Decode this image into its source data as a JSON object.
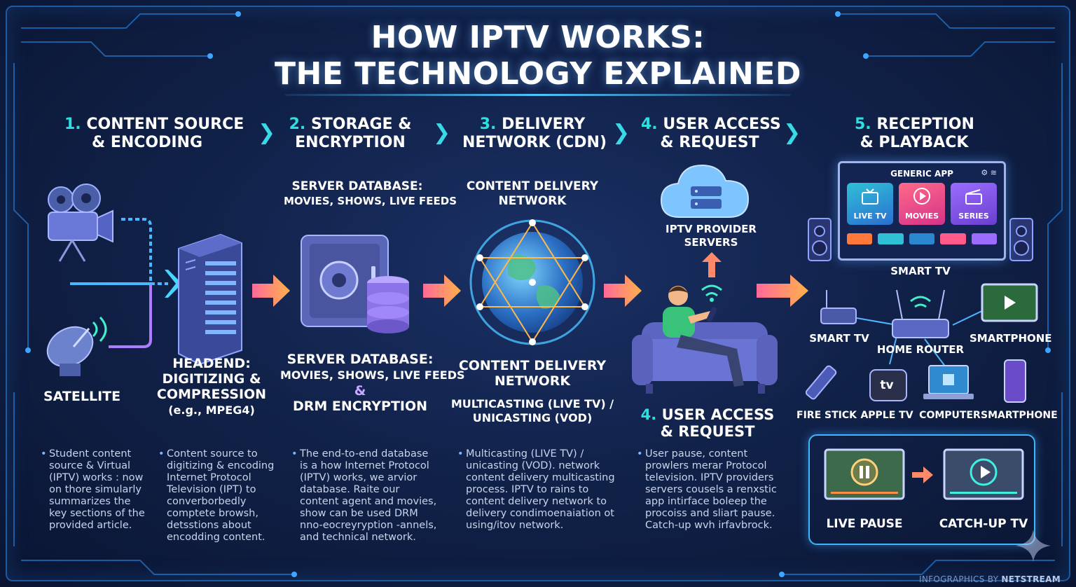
{
  "title": {
    "line1": "HOW IPTV WORKS:",
    "line2": "THE TECHNOLOGY EXPLAINED"
  },
  "steps": [
    {
      "num": "1.",
      "line1": "CONTENT SOURCE",
      "line2": "& ENCODING"
    },
    {
      "num": "2.",
      "line1": "STORAGE &",
      "line2": "ENCRYPTION"
    },
    {
      "num": "3.",
      "line1": "DELIVERY",
      "line2": "NETWORK (CDN)"
    },
    {
      "num": "4.",
      "line1": "USER ACCESS",
      "line2": "& REQUEST"
    },
    {
      "num": "5.",
      "line1": "RECEPTION",
      "line2": "& PLAYBACK"
    }
  ],
  "source": {
    "satellite": "SATELLITE",
    "headend_1": "HEADEND:",
    "headend_2": "DIGITIZING &",
    "headend_3": "COMPRESSION",
    "headend_4": "(e.g., MPEG4)"
  },
  "storage": {
    "top_1": "SERVER DATABASE:",
    "top_2": "MOVIES, SHOWS, LIVE FEEDS",
    "bottom_1": "SERVER DATABASE:",
    "bottom_2": "MOVIES, SHOWS, LIVE FEEDS",
    "bottom_amp": "&",
    "bottom_3": "DRM ENCRYPTION"
  },
  "cdn": {
    "top_1": "CONTENT DELIVERY",
    "top_2": "NETWORK",
    "bottom_1": "CONTENT DELIVERY",
    "bottom_2": "NETWORK",
    "bottom_3": "MULTICASTING (LIVE TV) /",
    "bottom_4": "UNICASTING (VOD)"
  },
  "access": {
    "servers_1": "IPTV PROVIDER",
    "servers_2": "SERVERS",
    "num": "4.",
    "bottom_1": "USER ACCESS",
    "bottom_2": "& REQUEST"
  },
  "playback": {
    "app_name": "GENERIC APP",
    "tiles": [
      "LIVE TV",
      "MOVIES",
      "SERIES"
    ],
    "smart_tv": "SMART TV",
    "devices": {
      "smart_tv": "SMART TV",
      "router": "HOME ROUTER",
      "smartphone_top": "SMARTPHONE",
      "fire_stick": "FIRE STICK",
      "apple_tv": "APPLE TV",
      "computer": "COMPUTER",
      "smartphone_bottom": "SMARTPHONE",
      "apple_tv_logo": "tv"
    },
    "features": [
      "LIVE PAUSE",
      "CATCH-UP TV"
    ]
  },
  "bullets": [
    [
      "Student content",
      "source & Virtual",
      "(IPTV) works : now",
      "on thore simularly",
      "summarizes the",
      "key sections of the",
      "provided article."
    ],
    [
      "Content source to",
      "digitizing & encoding",
      "Internet Protocol",
      "Television (IPT) to",
      "converborbedly",
      "comptete browsh,",
      "detsstions about",
      "encodding content."
    ],
    [
      "The end-to-end database",
      "is a how Internet Protocol",
      "(IPTV) works, we arvior",
      "database. Raite our",
      "content agent and movies,",
      "show can be used DRM",
      "nno-eocreyryption -annels,",
      "and technical network."
    ],
    [
      "Multicasting (LIVE TV) /",
      "unicasting (VOD). network",
      "content delivery multicasting",
      "process. IPTV to rains to",
      "content delivery network to",
      "delivery condimoenaiation ot",
      "using/itov network."
    ],
    [
      "User pause, content",
      "prowlers merar Protocol",
      "television. IPTV providers",
      "servers cousels a renxstic",
      "app intirface boleep the",
      "procoiss and sliart pause.",
      "Catch-up wvh irfavbrock."
    ]
  ],
  "footer": {
    "prefix": "INFOGRAPHICS BY",
    "brand": "NETSTREAM"
  },
  "colors": {
    "accent_cyan": "#2de0e0",
    "arrow_orange": "#ff8a4a",
    "background": "#11224a"
  }
}
